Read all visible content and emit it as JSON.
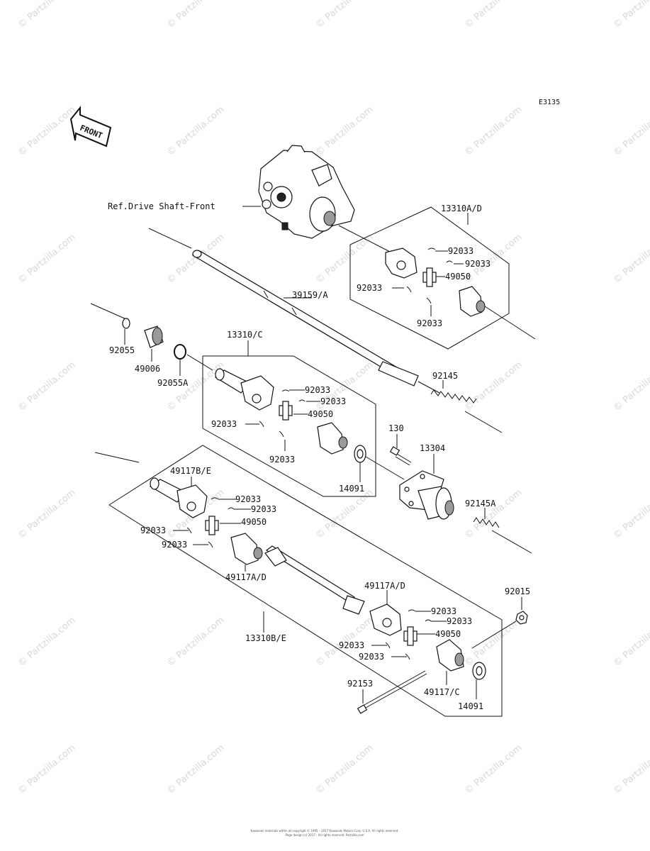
{
  "diagram": {
    "code": "E3135",
    "front_label": "FRONT",
    "ref_label": "Ref.Drive Shaft-Front",
    "watermark": "© Partzilla.com",
    "footer_line1": "Kawasaki materials within all copyright © 1995 – 2017 Kawasaki Motors Corp. U.S.A. All rights reserved.",
    "footer_line2": "Page design (c) 2017 - All rights reserved. Partzilla.com",
    "labels": {
      "l_13310ad": "13310A/D",
      "l_92033_a1": "92033",
      "l_92033_a2": "92033",
      "l_49050_a": "49050",
      "l_92033_a3": "92033",
      "l_92033_a4": "92033",
      "l_39159a": "39159/A",
      "l_92055": "92055",
      "l_49006": "49006",
      "l_92055a": "92055A",
      "l_13310c": "13310/C",
      "l_92033_c1": "92033",
      "l_92033_c2": "92033",
      "l_49050_c": "49050",
      "l_92033_c3": "92033",
      "l_92033_c4": "92033",
      "l_14091_a": "14091",
      "l_92145": "92145",
      "l_130": "130",
      "l_13304": "13304",
      "l_92145a": "92145A",
      "l_49117be": "49117B/E",
      "l_92033_b1": "92033",
      "l_92033_b2": "92033",
      "l_49050_b": "49050",
      "l_92033_b3": "92033",
      "l_92033_b4": "92033",
      "l_49117ad_1": "49117A/D",
      "l_49117ad_2": "49117A/D",
      "l_92033_d1": "92033",
      "l_92033_d2": "92033",
      "l_49050_d": "49050",
      "l_92033_d3": "92033",
      "l_92033_d4": "92033",
      "l_13310be": "13310B/E",
      "l_92015": "92015",
      "l_92153": "92153",
      "l_49117c": "49117/C",
      "l_14091_b": "14091"
    }
  }
}
